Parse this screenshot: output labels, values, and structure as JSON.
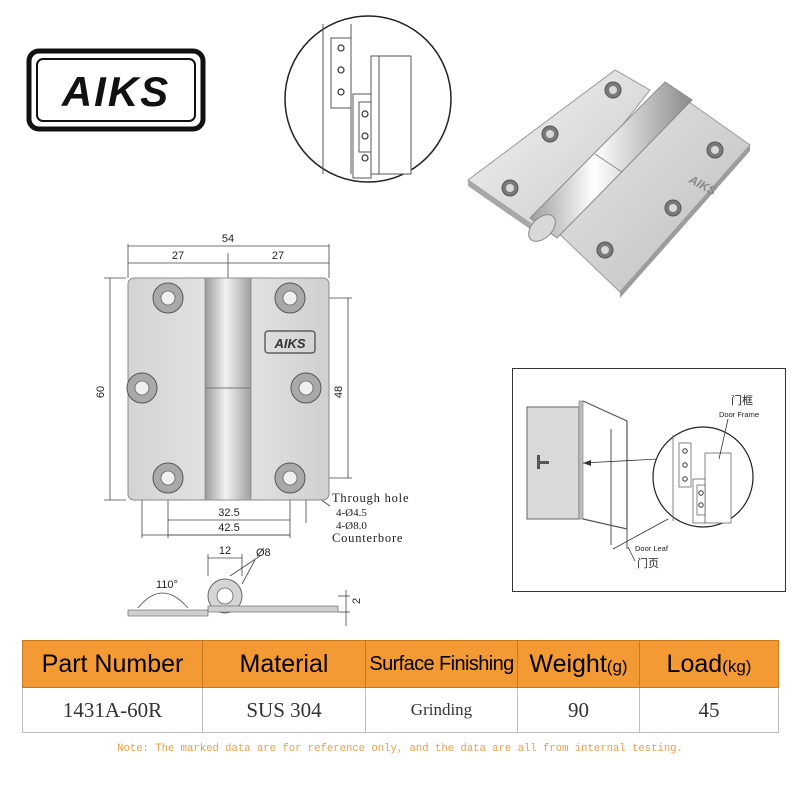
{
  "brand": {
    "logo_text": "AIKS"
  },
  "front_view": {
    "dims": {
      "overall_width": "54",
      "half_left": "27",
      "half_right": "27",
      "height": "60",
      "hole_spacing_v": "48",
      "hole_span_1": "32.5",
      "hole_span_2": "42.5"
    },
    "hole_note": {
      "line1": "Through hole",
      "line2": "4-Ø4.5",
      "line3": "4-Ø8.0",
      "line4": "Counterbore"
    }
  },
  "side_view": {
    "angle": "110°",
    "knuckle_width": "12",
    "pin_diameter": "Ø8",
    "thickness": "2"
  },
  "install_diagram": {
    "door_frame_cn": "门框",
    "door_frame_en": "Door Frame",
    "door_leaf_en": "Door Leaf",
    "door_leaf_cn": "门页"
  },
  "spec_table": {
    "headers": {
      "part_number": "Part Number",
      "material": "Material",
      "surface_finishing": "Surface Finishing",
      "weight": "Weight",
      "weight_unit": "(g)",
      "load": "Load",
      "load_unit": "(kg)"
    },
    "row": {
      "part_number": "1431A-60R",
      "material": "SUS 304",
      "surface_finishing": "Grinding",
      "weight": "90",
      "load": "45"
    }
  },
  "note": "Note: The marked data are for reference only, and the data are all from internal testing.",
  "colors": {
    "accent_orange": "#f39a35",
    "note_orange": "#e6a04a",
    "logo_black": "#111111"
  }
}
